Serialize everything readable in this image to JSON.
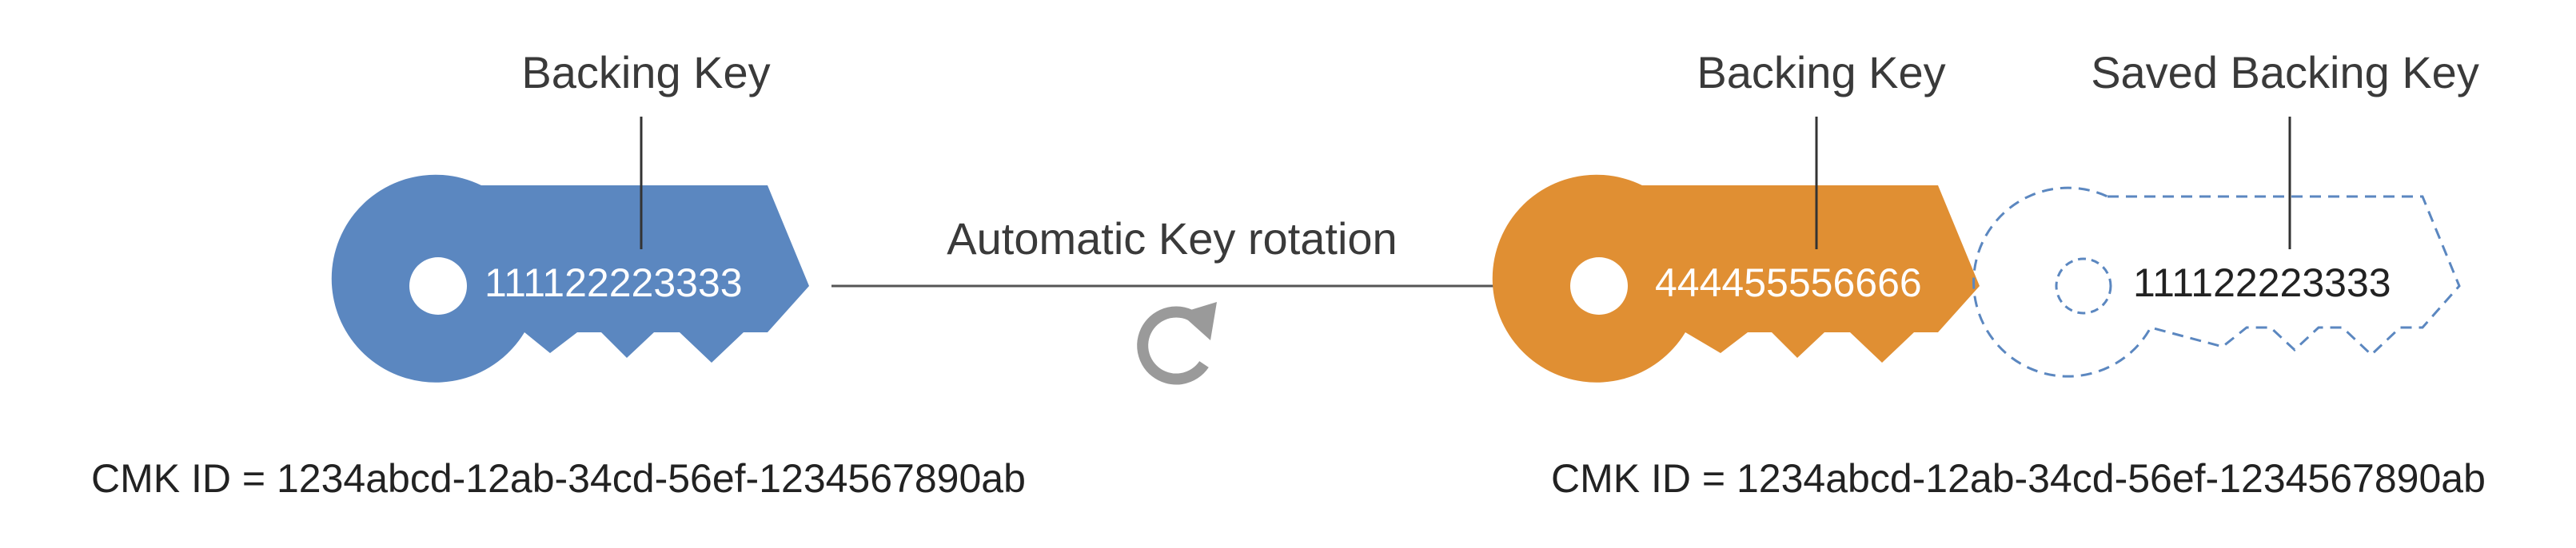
{
  "colors": {
    "old_key": "#5b87c0",
    "new_key": "#e08f33",
    "saved_key_outline": "#5b87c0",
    "text": "#3a3a3a",
    "rotation_icon": "#9a9a9a",
    "arrow": "#555555"
  },
  "old_key": {
    "label": "Backing Key",
    "value": "111122223333",
    "cmk_id": "CMK ID = 1234abcd-12ab-34cd-56ef-1234567890ab"
  },
  "rotation": {
    "label": "Automatic Key rotation",
    "icon": "rotate-icon"
  },
  "new_key": {
    "label": "Backing Key",
    "value": "444455556666",
    "cmk_id": "CMK ID = 1234abcd-12ab-34cd-56ef-1234567890ab"
  },
  "saved_key": {
    "label": "Saved Backing Key",
    "value": "111122223333"
  }
}
